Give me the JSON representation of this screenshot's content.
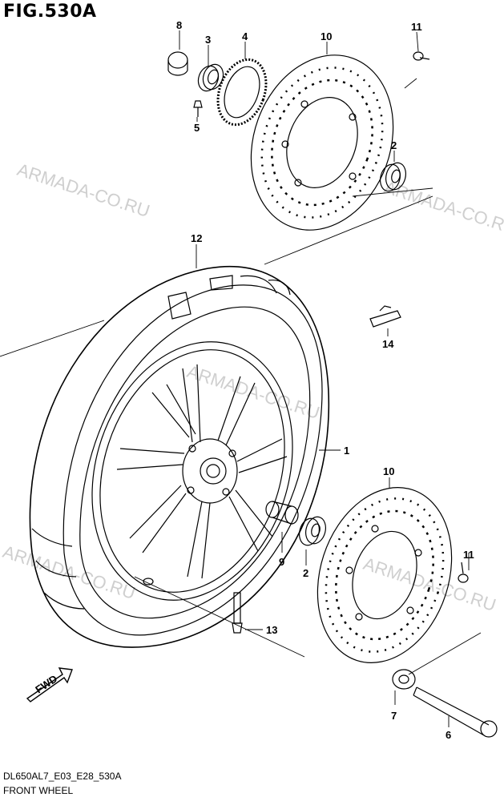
{
  "figure": {
    "title": "FIG.530A",
    "model_code": "DL650AL7_E03_E28_530A",
    "name": "FRONT WHEEL"
  },
  "watermark": "ARMADA-CO.RU",
  "callouts": {
    "p1": "1",
    "p2a": "2",
    "p2b": "2",
    "p3": "3",
    "p4": "4",
    "p5": "5",
    "p6": "6",
    "p7": "7",
    "p8": "8",
    "p9": "9",
    "p10a": "10",
    "p10b": "10",
    "p11a": "11",
    "p11b": "11",
    "p12": "12",
    "p13": "13",
    "p14": "14"
  },
  "fwd_label": "FWD",
  "colors": {
    "line": "#000000",
    "watermark": "#cfcfcf",
    "background": "#ffffff"
  }
}
